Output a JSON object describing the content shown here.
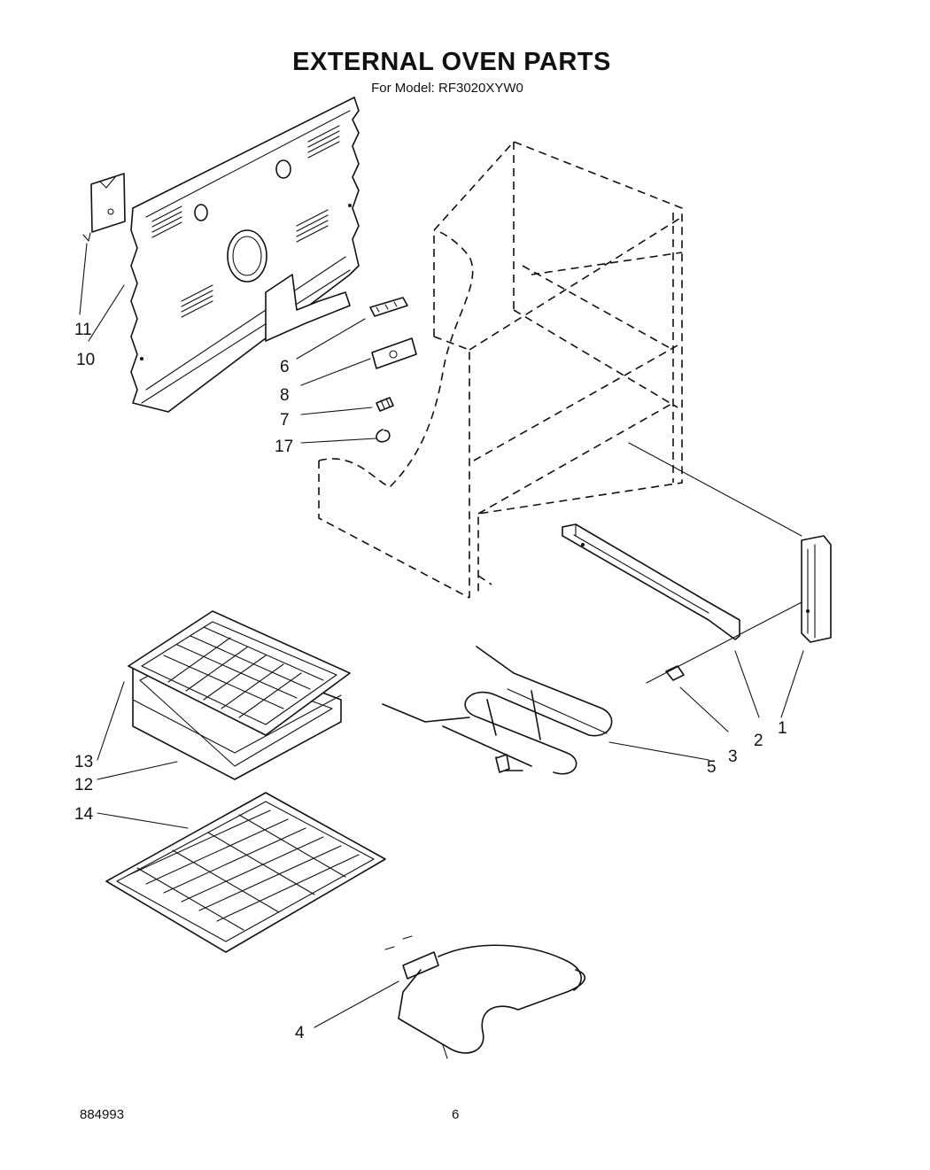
{
  "title": "EXTERNAL OVEN PARTS",
  "subtitle": "For Model: RF3020XYW0",
  "footer": {
    "document_number": "884993",
    "page_number": "6"
  },
  "callouts": {
    "c1": "1",
    "c2": "2",
    "c3": "3",
    "c4": "4",
    "c5": "5",
    "c6": "6",
    "c7": "7",
    "c8": "8",
    "c10": "10",
    "c11": "11",
    "c12": "12",
    "c13": "13",
    "c14": "14",
    "c17": "17"
  }
}
